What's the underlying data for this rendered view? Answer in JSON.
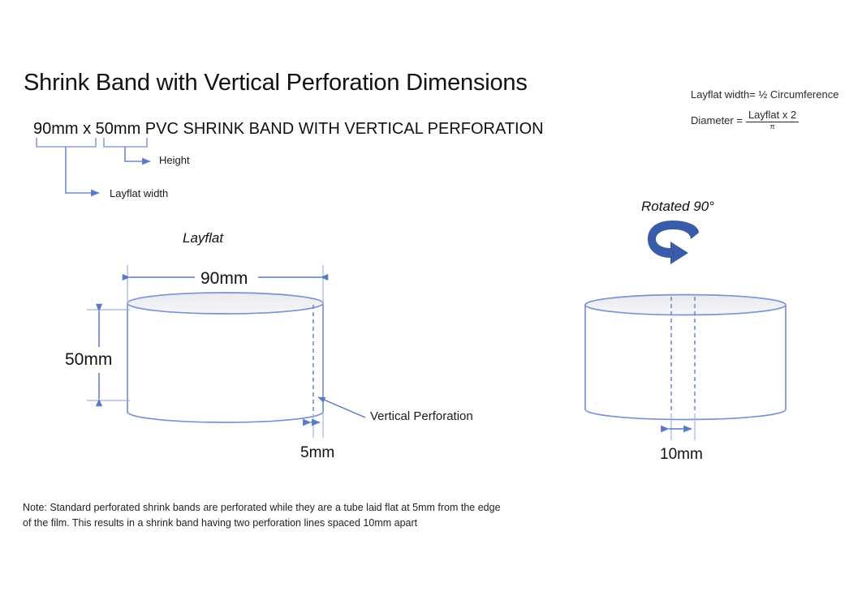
{
  "page": {
    "title": "Shrink Band with Vertical Perforation Dimensions",
    "subheader": "90mm x 50mm PVC SHRINK BAND WITH VERTICAL PERFORATION"
  },
  "formula": {
    "line1": "Layflat width= ½ Circumference",
    "lhs": "Diameter =",
    "numerator": "Layflat x 2",
    "denominator": "π"
  },
  "callouts": {
    "height": "Height",
    "layflat_width": "Layflat width"
  },
  "figures": {
    "left": {
      "caption": "Layflat",
      "width_dim": "90mm",
      "height_dim": "50mm",
      "edge_dim": "5mm",
      "perforation_label": "Vertical Perforation"
    },
    "right": {
      "caption": "Rotated 90°",
      "spacing_dim": "10mm"
    }
  },
  "note": "Note: Standard perforated shrink bands are perforated while they are a tube laid flat at 5mm from the edge of the film. This results in a shrink band having two perforation lines spaced 10mm apart",
  "colors": {
    "outline_blue": "#7b92d4",
    "dimension_blue": "#5b79c6",
    "arrow_dark_blue": "#3a5ba8",
    "cylinder_top_fill": "#eff0f3",
    "text": "#111111"
  }
}
